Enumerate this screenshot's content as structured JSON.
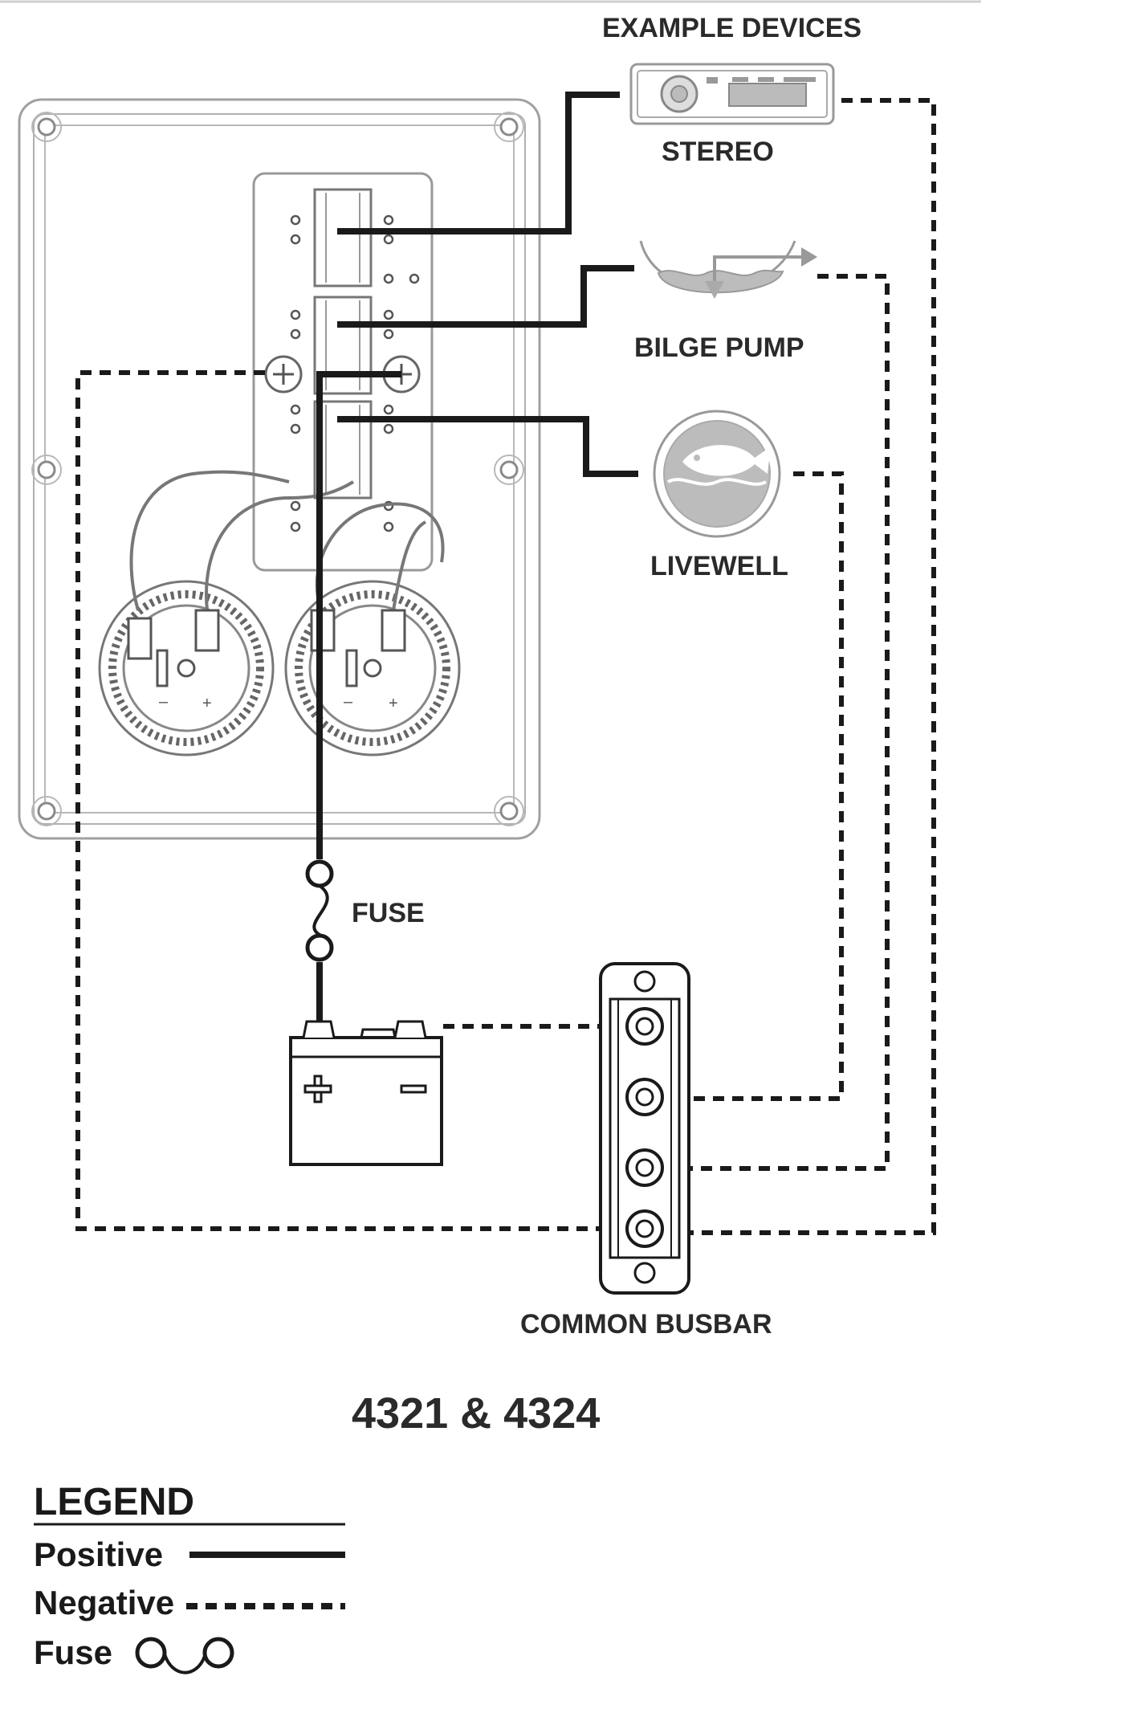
{
  "header": {
    "title": "EXAMPLE DEVICES"
  },
  "devices": {
    "stereo": "STEREO",
    "bilge_pump": "BILGE PUMP",
    "livewell": "LIVEWELL"
  },
  "components": {
    "fuse": "FUSE",
    "busbar": "COMMON BUSBAR"
  },
  "model": "4321 & 4324",
  "legend": {
    "title": "LEGEND",
    "positive": "Positive",
    "negative": "Negative",
    "fuse": "Fuse"
  },
  "colors": {
    "positive_wire": "#1a1a1a",
    "negative_wire": "#1a1a1a",
    "outline": "#9a9a9a",
    "device_fill": "#bcbcbc"
  }
}
